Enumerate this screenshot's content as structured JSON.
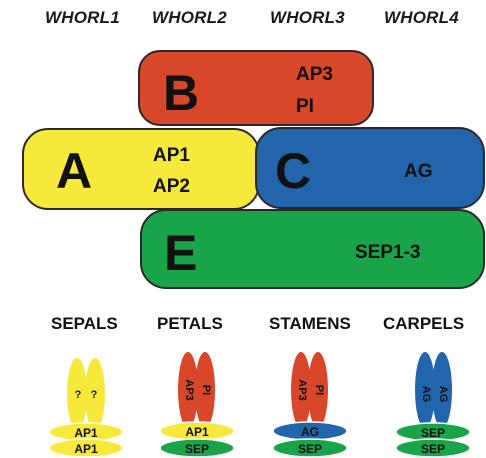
{
  "whorls": [
    "WHORL1",
    "WHORL2",
    "WHORL3",
    "WHORL4"
  ],
  "blocks": {
    "B": {
      "letter": "B",
      "genes": [
        "AP3",
        "PI"
      ]
    },
    "A": {
      "letter": "A",
      "genes": [
        "AP1",
        "AP2"
      ]
    },
    "C": {
      "letter": "C",
      "genes": [
        "AG"
      ]
    },
    "E": {
      "letter": "E",
      "genes": [
        "SEP1-3"
      ]
    }
  },
  "colors": {
    "red": "#d9472b",
    "yellow": "#f7e93c",
    "blue": "#2265ad",
    "green": "#1aa44a"
  },
  "organs": [
    "SEPALS",
    "PETALS",
    "STAMENS",
    "CARPELS"
  ],
  "flowers": {
    "sepals": {
      "petal_text": [
        "?",
        "?"
      ],
      "mid_label": "AP1",
      "base_label": "AP1"
    },
    "petals": {
      "petal_text": [
        "PI",
        "AP3"
      ],
      "mid_label": "AP1",
      "base_label": "SEP"
    },
    "stamens": {
      "petal_text": [
        "PI",
        "AP3"
      ],
      "mid_label": "AG",
      "base_label": "SEP"
    },
    "carpels": {
      "petal_text": [
        "AG",
        "AG"
      ],
      "mid_label": "SEP",
      "base_label": "SEP"
    }
  }
}
